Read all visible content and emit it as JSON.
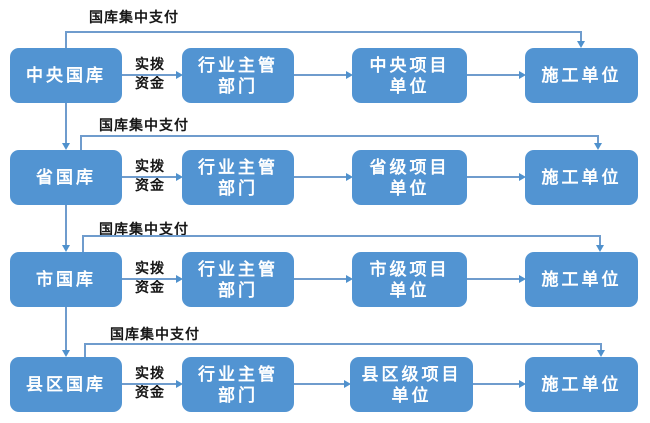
{
  "colors": {
    "box_fill": "#5294d2",
    "connector_line": "#6f9ccd",
    "arrowhead": "#4f91cd",
    "box_text": "#ffffff",
    "label_text": "#151515"
  },
  "diagram": {
    "rows": [
      {
        "bypass_label": "国库集中支付",
        "treasury": "中央国库",
        "fund_line1": "实拨",
        "fund_line2": "资金",
        "dept_line1": "行业主管",
        "dept_line2": "部门",
        "project_line1": "中央项目",
        "project_line2": "单位",
        "contractor": "施工单位"
      },
      {
        "bypass_label": "国库集中支付",
        "treasury": "省国库",
        "fund_line1": "实拨",
        "fund_line2": "资金",
        "dept_line1": "行业主管",
        "dept_line2": "部门",
        "project_line1": "省级项目",
        "project_line2": "单位",
        "contractor": "施工单位"
      },
      {
        "bypass_label": "国库集中支付",
        "treasury": "市国库",
        "fund_line1": "实拨",
        "fund_line2": "资金",
        "dept_line1": "行业主管",
        "dept_line2": "部门",
        "project_line1": "市级项目",
        "project_line2": "单位",
        "contractor": "施工单位"
      },
      {
        "bypass_label": "国库集中支付",
        "treasury": "县区国库",
        "fund_line1": "实拨",
        "fund_line2": "资金",
        "dept_line1": "行业主管",
        "dept_line2": "部门",
        "project_line1": "县区级项目",
        "project_line2": "单位",
        "contractor": "施工单位"
      }
    ]
  }
}
